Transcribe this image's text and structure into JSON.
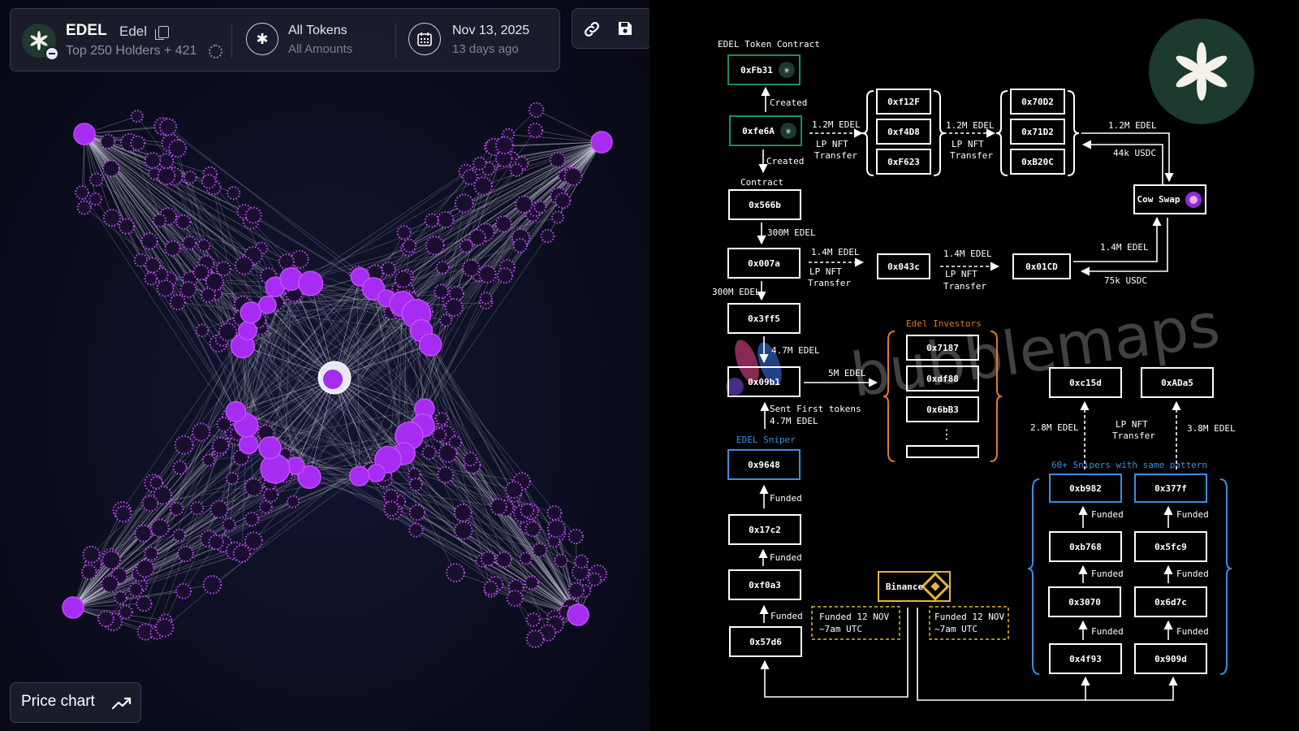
{
  "header": {
    "token_symbol": "EDEL",
    "token_name": "Edel",
    "holders_label": "Top 250 Holders + 421",
    "filter_title": "All Tokens",
    "filter_subtitle": "All Amounts",
    "date_title": "Nov 13, 2025",
    "date_subtitle": "13 days ago"
  },
  "actions": {
    "link_icon": "link-icon",
    "save_icon": "save-icon"
  },
  "price_chart_label": "Price chart",
  "colors": {
    "bubble": "#a52cf0",
    "bubble_stroke": "#c64dff",
    "accent_green": "#1a8f5c",
    "accent_blue": "#3a8fe0",
    "accent_orange": "#e07a2a",
    "accent_yellow": "#e3b53a"
  },
  "diagram": {
    "contract_title": "EDEL Token Contract",
    "nodes": {
      "fb31": "0xFb31",
      "fe6a": "0xfe6A",
      "f12f": "0xf12F",
      "f4d8": "0xf4D8",
      "f623": "0xF623",
      "n70d2": "0x70D2",
      "n71d2": "0x71D2",
      "b20c": "0xB20C",
      "cow": "Cow Swap",
      "n566b": "0x566b",
      "n007a": "0x007a",
      "n043c": "0x043c",
      "n01cd": "0x01CD",
      "n3ff5": "0x3ff5",
      "n09b1": "0x09b1",
      "n9648": "0x9648",
      "n17c2": "0x17c2",
      "f0a3": "0xf0a3",
      "n57d6": "0x57d6",
      "n7187": "0x7187",
      "df88": "0xdf88",
      "n6bb3": "0x6bB3",
      "c15d": "0xc15d",
      "ada5": "0xADa5",
      "b982": "0xb982",
      "n377f": "0x377f",
      "b768": "0xb768",
      "n5fc9": "0x5fc9",
      "n3070": "0x3070",
      "n6d7c": "0x6d7c",
      "n4f93": "0x4f93",
      "n909d": "0x909d",
      "binance": "Binance"
    },
    "labels": {
      "created1": "Created",
      "created2": "Created",
      "contract": "Contract",
      "e12a": "1.2M EDEL",
      "e12b": "1.2M EDEL",
      "e12c": "1.2M EDEL",
      "lpnft1": "LP NFT",
      "transfer1": "Transfer",
      "lpnft2": "LP NFT",
      "transfer2": "Transfer",
      "usdc44": "44k USDC",
      "e300a": "300M EDEL",
      "e300b": "300M EDEL",
      "e14a": "1.4M EDEL",
      "e14b": "1.4M EDEL",
      "e14c": "1.4M EDEL",
      "lpnft3": "LP NFT",
      "transfer3": "Transfer",
      "lpnft4": "LP NFT",
      "transfer4": "Transfer",
      "usdc75": "75k USDC",
      "e47": "4.7M EDEL",
      "e5m": "5M EDEL",
      "sent_first": "Sent First tokens",
      "sent_amt": "4.7M EDEL",
      "sniper_title": "EDEL Sniper",
      "investors_title": "Edel Investors",
      "funded1": "Funded",
      "funded2": "Funded",
      "funded3": "Funded",
      "funded_nov_a1": "Funded 12 NOV",
      "funded_nov_a2": "~7am UTC",
      "funded_nov_b1": "Funded 12 NOV",
      "funded_nov_b2": "~7am UTC",
      "e28": "2.8M EDEL",
      "e38": "3.8M EDEL",
      "lpnft5": "LP NFT",
      "transfer5": "Transfer",
      "snipers_title": "60+ Snipers with same pattern",
      "sf1": "Funded",
      "sf2": "Funded",
      "sf3": "Funded",
      "sf4": "Funded",
      "sf5": "Funded",
      "sf6": "Funded",
      "dots": "⋮"
    },
    "watermark": "bubblemaps"
  }
}
